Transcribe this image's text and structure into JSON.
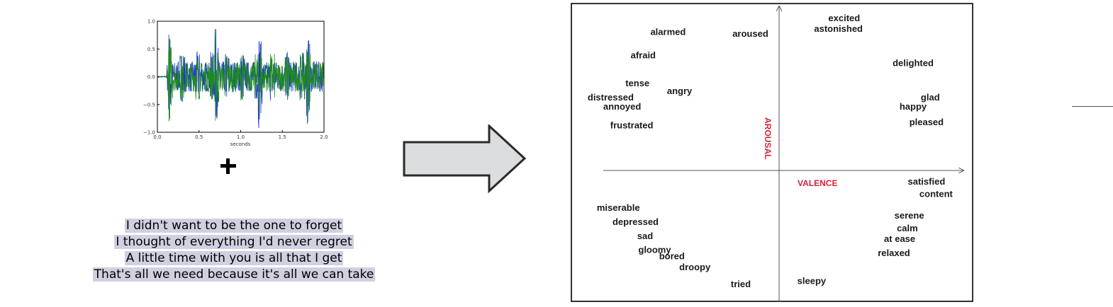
{
  "waveform": {
    "xlabel": "seconds",
    "x_ticks": [
      "0.0",
      "0.5",
      "1.0",
      "1.5",
      "2.0"
    ],
    "y_ticks": [
      "1.0",
      "0.5",
      "0.0",
      "−0.5",
      "−1.0"
    ],
    "series_colors": [
      "#2030e0",
      "#1f8a1f"
    ]
  },
  "operator": "+",
  "lyrics": [
    "I didn't want to be the one to forget",
    "I thought of everything I'd never regret",
    "A little time with you is all that I get",
    "That's all we need because it's all we can take"
  ],
  "emotion_chart": {
    "x_axis_label": "VALENCE",
    "y_axis_label": "AROUSAL",
    "label_color": "#e0203a",
    "words": [
      {
        "text": "excited",
        "valence": 0.34,
        "arousal": 0.96
      },
      {
        "text": "astonished",
        "valence": 0.31,
        "arousal": 0.89
      },
      {
        "text": "alarmed",
        "valence": -0.58,
        "arousal": 0.87
      },
      {
        "text": "aroused",
        "valence": -0.15,
        "arousal": 0.86
      },
      {
        "text": "afraid",
        "valence": -0.71,
        "arousal": 0.72
      },
      {
        "text": "delighted",
        "valence": 0.7,
        "arousal": 0.67
      },
      {
        "text": "tense",
        "valence": -0.74,
        "arousal": 0.54
      },
      {
        "text": "angry",
        "valence": -0.52,
        "arousal": 0.49
      },
      {
        "text": "distressed",
        "valence": -0.88,
        "arousal": 0.45
      },
      {
        "text": "glad",
        "valence": 0.79,
        "arousal": 0.45
      },
      {
        "text": "annoyed",
        "valence": -0.82,
        "arousal": 0.39
      },
      {
        "text": "happy",
        "valence": 0.7,
        "arousal": 0.39
      },
      {
        "text": "frustrated",
        "valence": -0.77,
        "arousal": 0.27
      },
      {
        "text": "pleased",
        "valence": 0.77,
        "arousal": 0.29
      },
      {
        "text": "satisfied",
        "valence": 0.77,
        "arousal": -0.09
      },
      {
        "text": "content",
        "valence": 0.82,
        "arousal": -0.17
      },
      {
        "text": "miserable",
        "valence": -0.84,
        "arousal": -0.26
      },
      {
        "text": "serene",
        "valence": 0.68,
        "arousal": -0.31
      },
      {
        "text": "depressed",
        "valence": -0.75,
        "arousal": -0.35
      },
      {
        "text": "calm",
        "valence": 0.67,
        "arousal": -0.39
      },
      {
        "text": "sad",
        "valence": -0.7,
        "arousal": -0.44
      },
      {
        "text": "at ease",
        "valence": 0.63,
        "arousal": -0.46
      },
      {
        "text": "gloomy",
        "valence": -0.65,
        "arousal": -0.53
      },
      {
        "text": "relaxed",
        "valence": 0.6,
        "arousal": -0.55
      },
      {
        "text": "bored",
        "valence": -0.56,
        "arousal": -0.57
      },
      {
        "text": "droopy",
        "valence": -0.44,
        "arousal": -0.64
      },
      {
        "text": "sleepy",
        "valence": 0.17,
        "arousal": -0.73
      },
      {
        "text": "tried",
        "valence": -0.2,
        "arousal": -0.75
      }
    ]
  }
}
